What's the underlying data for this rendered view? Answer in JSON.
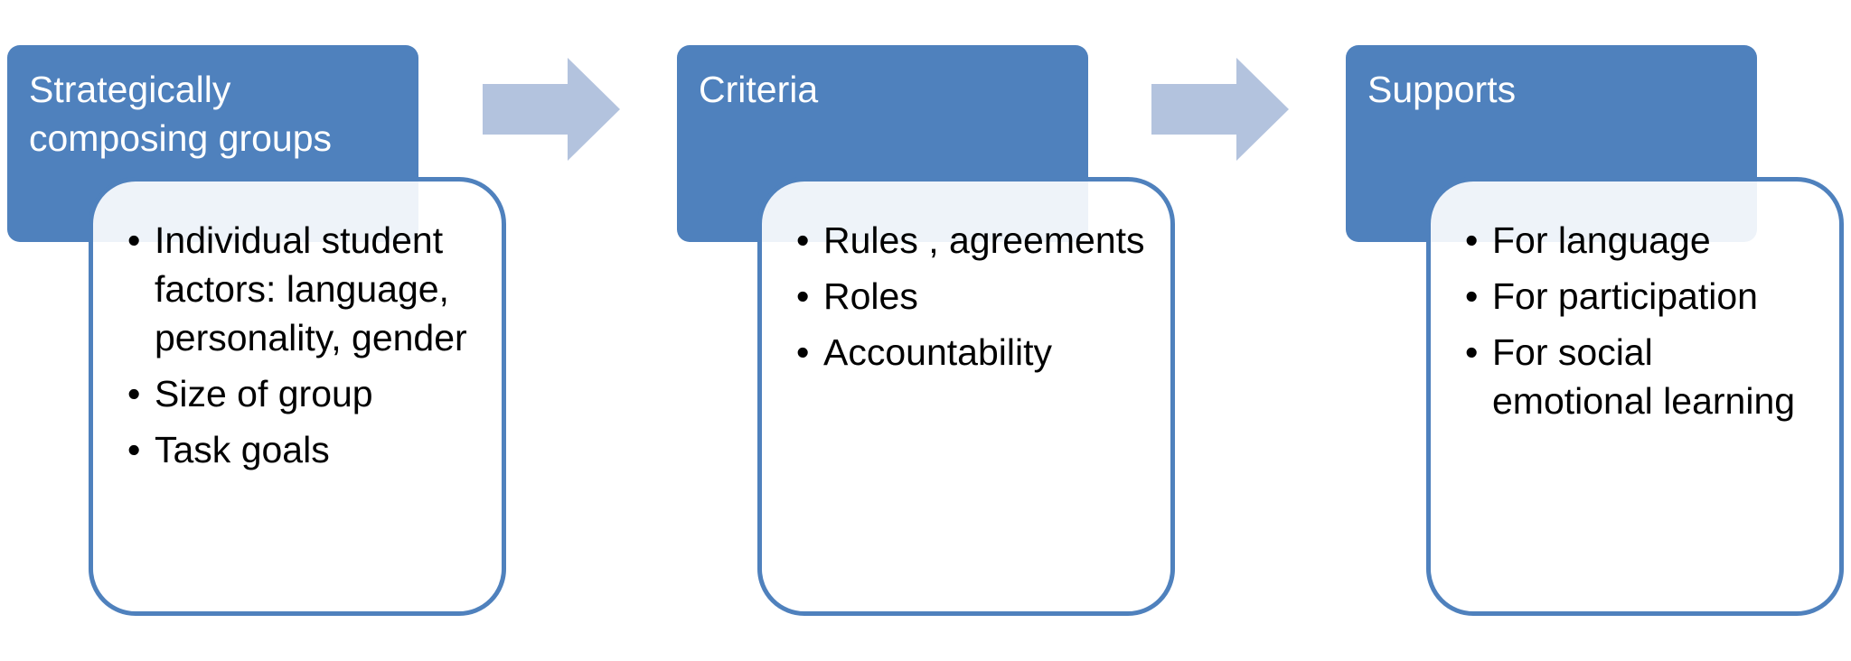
{
  "colors": {
    "header_fill": "#4f81bd",
    "header_text": "#ffffff",
    "card_border": "#4f81bd",
    "card_text": "#000000",
    "arrow_fill": "#b3c3de"
  },
  "groups": [
    {
      "title": "Strategically\ncomposing groups",
      "items": [
        "Individual student factors: language, personality, gender",
        "Size of group",
        "Task goals"
      ]
    },
    {
      "title": "Criteria",
      "items": [
        "Rules , agreements",
        "Roles",
        "Accountability"
      ]
    },
    {
      "title": "Supports",
      "items": [
        "For language",
        "For participation",
        "For social emotional learning"
      ]
    }
  ],
  "bullet_symbol": "•"
}
